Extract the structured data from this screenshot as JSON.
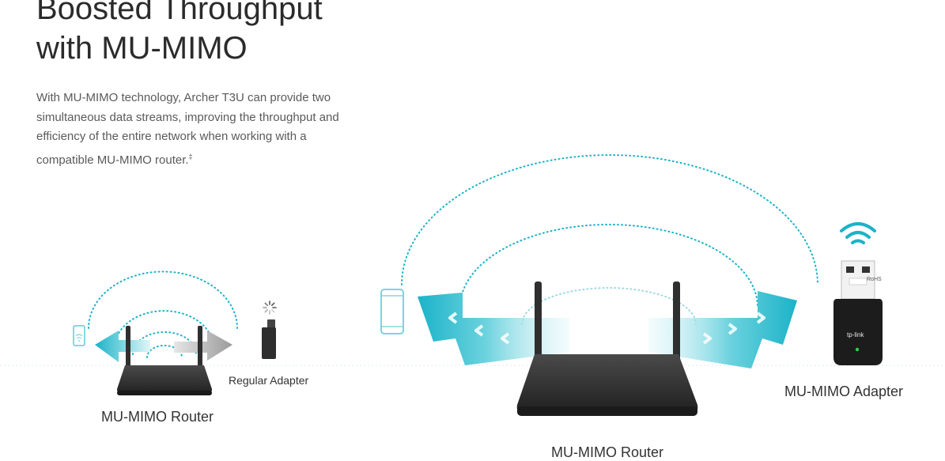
{
  "heading": {
    "line1": "Boosted Throughput",
    "line2": "with MU-MIMO"
  },
  "description": {
    "text": "With MU-MIMO technology, Archer T3U can provide two simultaneous data streams, improving the throughput and efficiency of the entire network when working with a compatible MU-MIMO router.",
    "footnote_mark": "‡"
  },
  "left_scene": {
    "router_label": "MU-MIMO Router",
    "adapter_label": "Regular Adapter"
  },
  "right_scene": {
    "router_label": "MU-MIMO Router",
    "adapter_label": "MU-MIMO Adapter",
    "adapter_brand": "tp-link",
    "usb_marking": "RoHS"
  },
  "colors": {
    "accent": "#1bb3c8",
    "accent_light": "#bfeef3",
    "device": "#2e2e2e",
    "gray_arrow": "#9a9a9a"
  }
}
